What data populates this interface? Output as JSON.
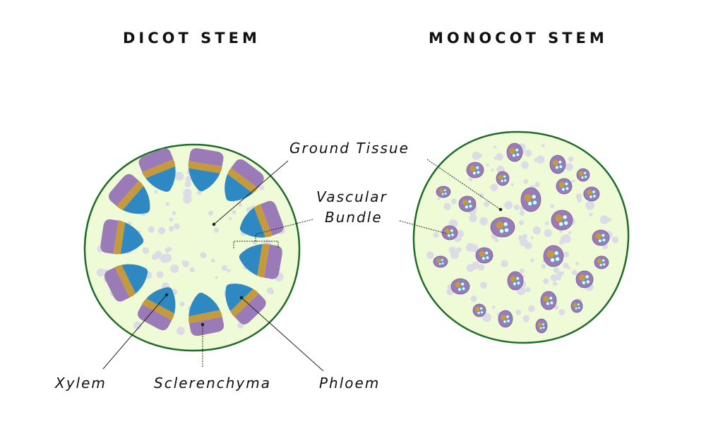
{
  "titles": {
    "dicot": "DICOT STEM",
    "monocot": "MONOCOT STEM"
  },
  "labels": {
    "ground_tissue": "Ground Tissue",
    "vascular_line1": "Vascular",
    "vascular_line2": "Bundle",
    "xylem": "Xylem",
    "sclerenchyma": "Sclerenchyma",
    "phloem": "Phloem"
  },
  "colors": {
    "ground": "#eefbd6",
    "outline": "#1f6b2a",
    "phloem": "#9a7bb8",
    "xylem": "#2e88c2",
    "sclerenchyma": "#c59a3c",
    "cell": "#dcdce6"
  }
}
